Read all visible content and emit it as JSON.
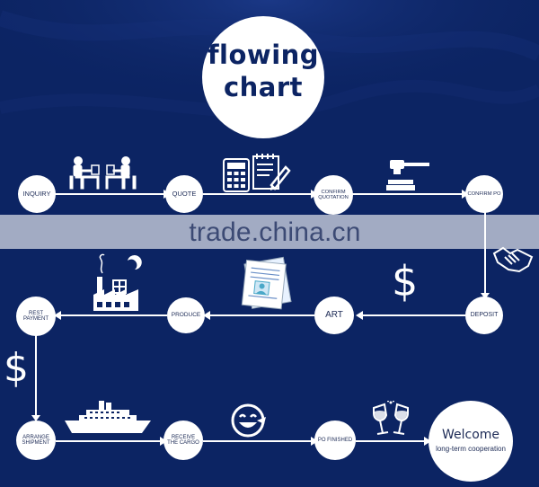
{
  "title": {
    "line1": "flowing",
    "line2": "chart"
  },
  "steps": {
    "inquiry": "INQUIRY",
    "quote": "QUOTE",
    "confirm_quotation_1": "CONFIRM",
    "confirm_quotation_2": "QUOTATION",
    "confirm_po": "CONFIRM PO",
    "deposit": "DEPOSIT",
    "art": "ART",
    "produce": "PRODUCE",
    "rest_payment_1": "REST",
    "rest_payment_2": "PAYMENT",
    "arrange_shipment_1": "ARRANGE",
    "arrange_shipment_2": "SHIPMENT",
    "receive_cargo_1": "RECEIVE",
    "receive_cargo_2": "THE CARGO",
    "po_finished": "PO FINISHED",
    "welcome_1": "Welcome",
    "welcome_2": "long-term cooperation"
  },
  "dollar_symbol": "$",
  "watermark": "trade.china.cn",
  "icons": [
    "meeting-icon",
    "calculator-icon",
    "document-pen-icon",
    "gavel-icon",
    "handshake-icon",
    "dollar-icon",
    "artwork-documents-icon",
    "factory-icon",
    "ship-icon",
    "happy-face-icon",
    "toast-glasses-icon"
  ],
  "colors": {
    "background": "#0c2463",
    "node": "#ffffff",
    "text": "#1d2b56"
  }
}
